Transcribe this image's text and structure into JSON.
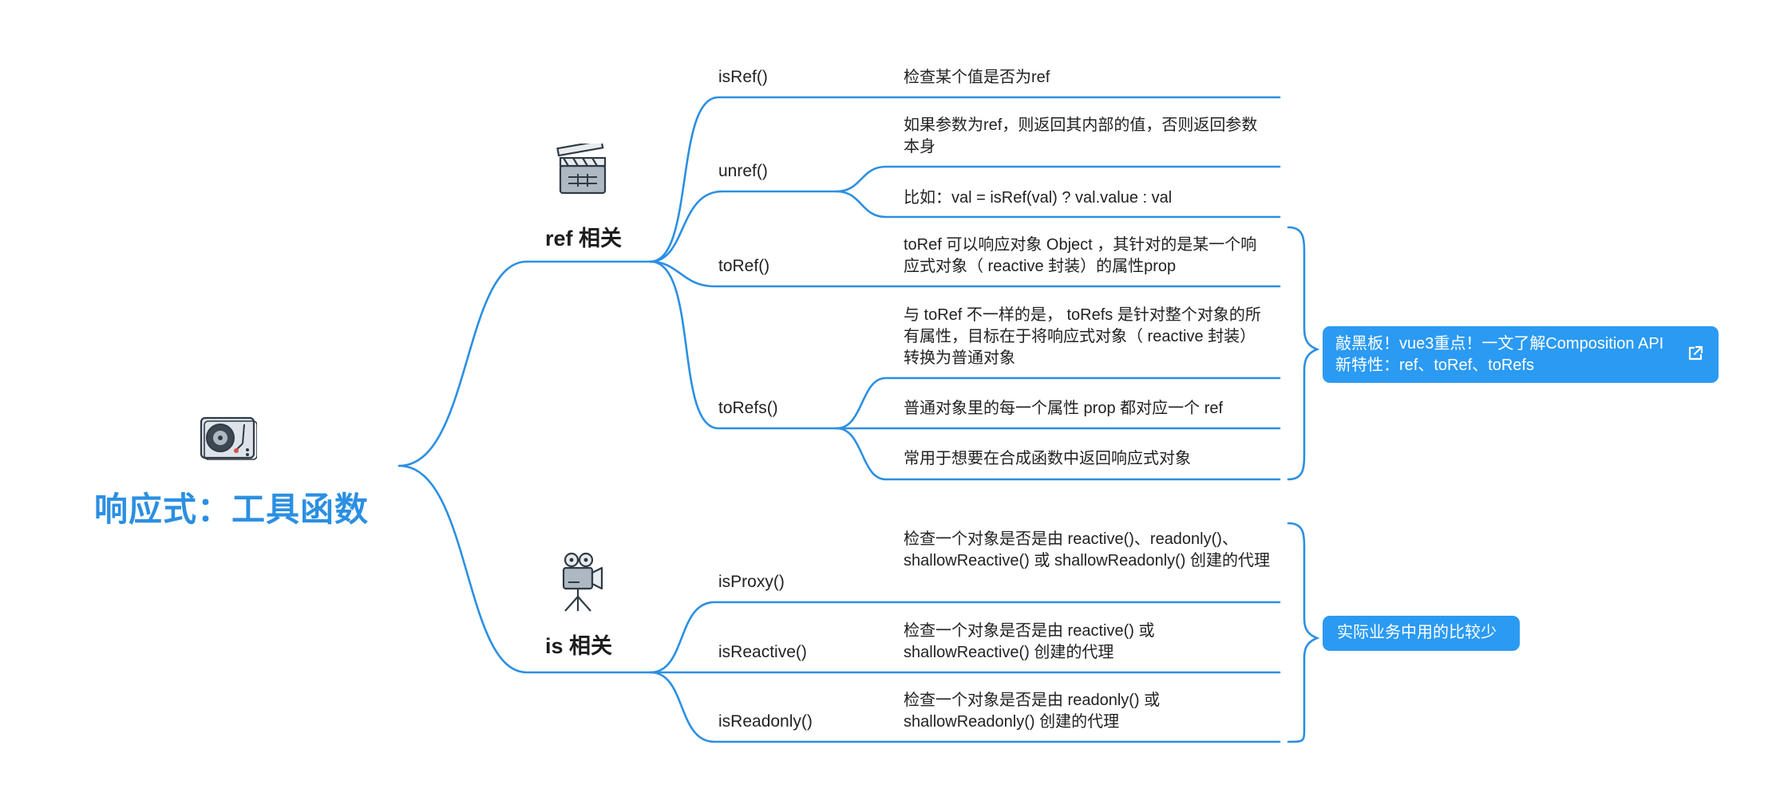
{
  "root": {
    "title": "响应式：工具函数",
    "icon": "turntable-icon"
  },
  "branches": [
    {
      "title": "ref 相关",
      "icon": "clapperboard-icon",
      "items": [
        {
          "func": "isRef()",
          "descs": [
            "检查某个值是否为ref"
          ]
        },
        {
          "func": "unref()",
          "descs": [
            "如果参数为ref，则返回其内部的值，否则返回参数本身",
            "比如：val = isRef(val) ? val.value : val"
          ]
        },
        {
          "func": "toRef()",
          "descs": [
            "toRef 可以响应对象 Object ，其针对的是某一个响应式对象（ reactive 封装）的属性prop"
          ]
        },
        {
          "func": "toRefs()",
          "descs": [
            "与 toRef 不一样的是， toRefs 是针对整个对象的所有属性，目标在于将响应式对象（ reactive 封装）转换为普通对象",
            "普通对象里的每一个属性 prop 都对应一个 ref",
            "常用于想要在合成函数中返回响应式对象"
          ]
        }
      ],
      "callout": {
        "text": "敲黑板！vue3重点！一文了解Composition API新特性：ref、toRef、toRefs",
        "icon": "external-link-icon"
      }
    },
    {
      "title": "is 相关",
      "icon": "movie-camera-icon",
      "items": [
        {
          "func": "isProxy()",
          "descs": [
            "检查一个对象是否是由 reactive()、readonly()、shallowReactive() 或 shallowReadonly() 创建的代理"
          ]
        },
        {
          "func": "isReactive()",
          "descs": [
            "检查一个对象是否是由 reactive() 或 shallowReactive() 创建的代理"
          ]
        },
        {
          "func": "isReadonly()",
          "descs": [
            "检查一个对象是否是由 readonly() 或 shallowReadonly() 创建的代理"
          ]
        }
      ],
      "callout": {
        "text": "实际业务中用的比较少"
      }
    }
  ],
  "colors": {
    "line": "#2b8fe2",
    "accent": "#2b9af3",
    "root_text": "#2b8fe2"
  }
}
